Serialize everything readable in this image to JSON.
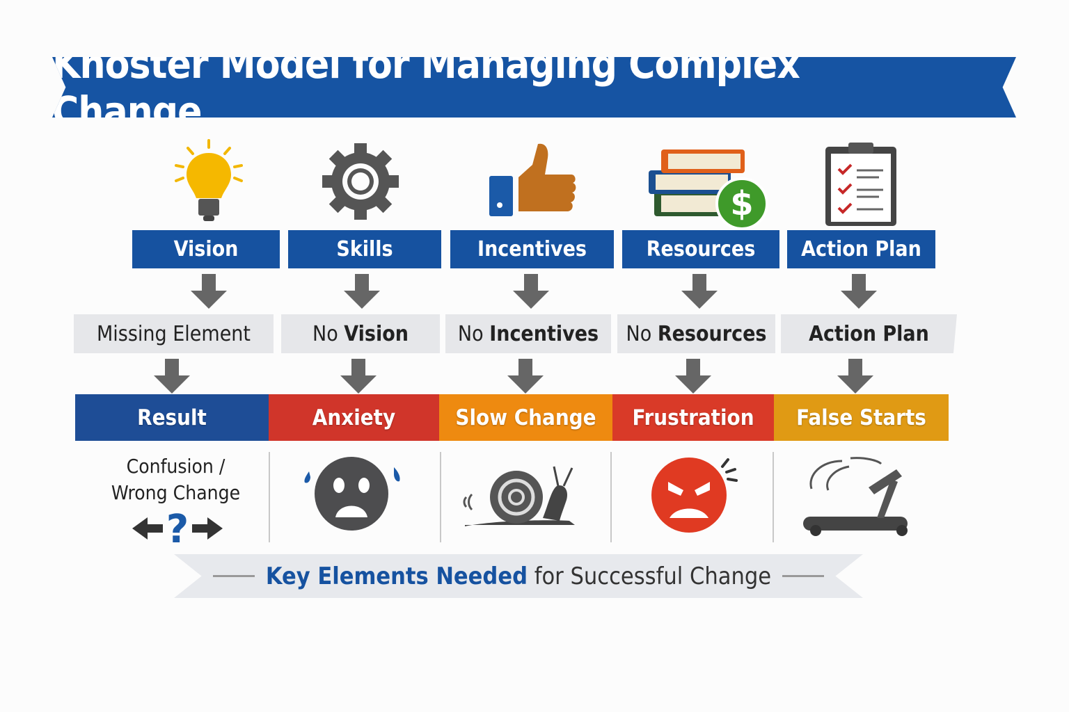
{
  "title": "Knoster Model for Managing Complex Change",
  "elements": [
    "Vision",
    "Skills",
    "Incentives",
    "Resources",
    "Action Plan"
  ],
  "missing_row": {
    "header": "Missing Element",
    "items": [
      {
        "prefix": "No ",
        "bold": "Vision"
      },
      {
        "prefix": "No ",
        "bold": "Incentives"
      },
      {
        "prefix": "No ",
        "bold": "Resources"
      },
      {
        "prefix": "",
        "bold": "Action Plan"
      }
    ]
  },
  "results": {
    "header": "Result",
    "items": [
      "Anxiety",
      "Slow Change",
      "Frustration",
      "False Starts"
    ]
  },
  "confusion": {
    "line1": "Confusion /",
    "line2": "Wrong Change"
  },
  "footer": {
    "bold": "Key Elements Needed",
    "rest": "for Successful Change"
  },
  "colors": {
    "blue": "#1652a0",
    "result_blue": "#1e4d96",
    "anxiety": "#d0352a",
    "slow": "#ee8a10",
    "frustration": "#d93a28",
    "false_starts": "#e09a14"
  }
}
